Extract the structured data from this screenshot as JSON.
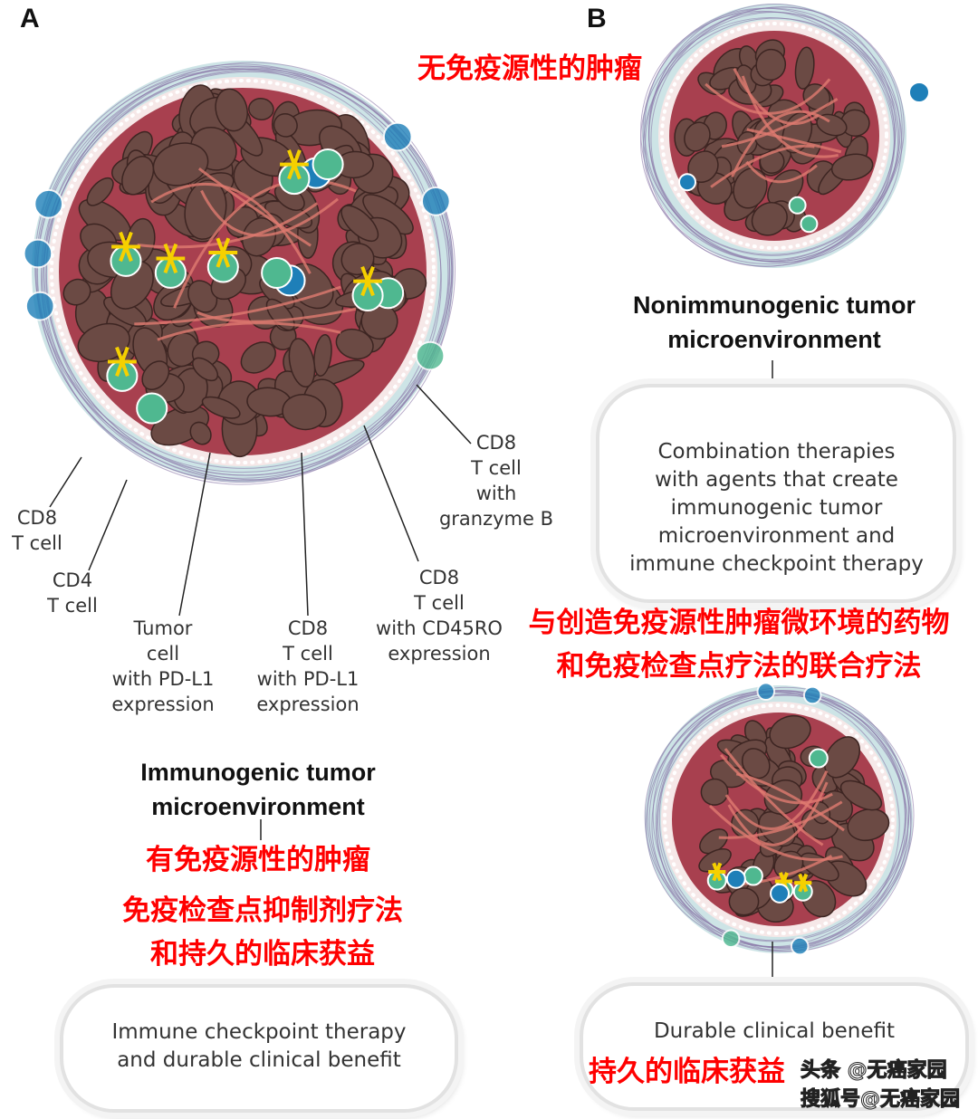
{
  "panel_a": {
    "letter": "A",
    "labels": {
      "cd8_granzyme": "CD8\nT cell\nwith\ngranzyme B",
      "cd8": "CD8\nT cell",
      "cd4": "CD4\nT cell",
      "tumor_pdl1": "Tumor\ncell\nwith PD-L1\nexpression",
      "cd8_pdl1": "CD8\nT cell\nwith PD-L1\nexpression",
      "cd8_cd45ro": "CD8\nT cell\nwith CD45RO\nexpression"
    },
    "title": "Immunogenic tumor\nmicroenvironment",
    "title_zh": "有免疫源性的肿瘤",
    "therapy_zh": "免疫检查点抑制剂疗法\n和持久的临床获益",
    "box_text": "Immune checkpoint therapy\nand durable clinical benefit"
  },
  "panel_b": {
    "letter": "B",
    "top_zh": "无免疫源性的肿瘤",
    "title": "Nonimmunogenic tumor\nmicroenvironment",
    "box_text": "Combination therapies\nwith agents that create\nimmunogenic tumor\nmicroenvironment and\nimmune checkpoint therapy",
    "box_zh": "与创造免疫源性肿瘤微环境的药物\n和免疫检查点疗法的联合疗法",
    "result_text": "Durable clinical benefit",
    "result_zh": "持久的临床获益"
  },
  "watermarks": [
    "头条 @无癌家园",
    "搜狐号@无癌家园"
  ],
  "colors": {
    "cd8_cell": "#4fb890",
    "cd4_cell": "#1e7fb8",
    "granzyme": "#f5d000",
    "tumor": "#6b4a44",
    "stroma": "#b8d8dc",
    "annotation_red": "#ff0000"
  }
}
